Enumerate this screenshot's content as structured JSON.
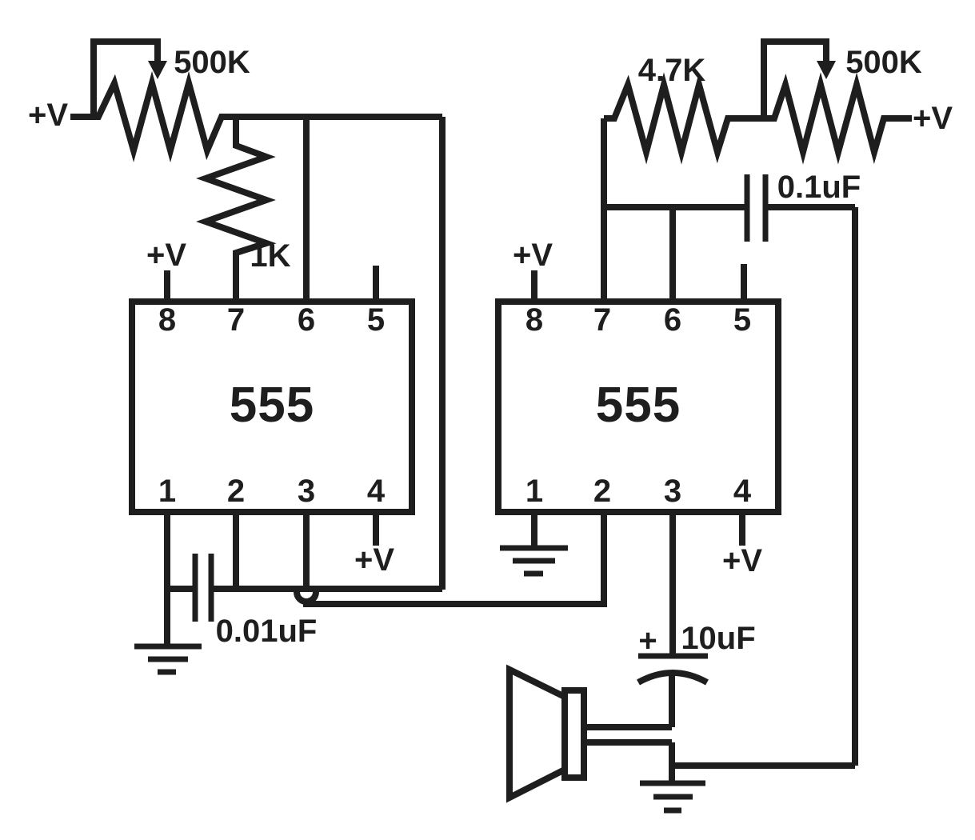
{
  "diagram": {
    "title": "Two 555 timer tone generator schematic",
    "background": "#ffffff",
    "ink": "#1e1e1e"
  },
  "labels": {
    "supply": "+V",
    "ic": "555",
    "pot_left": "500K",
    "pot_right": "500K",
    "r_shunt": "1K",
    "r_series": "4.7K",
    "cap_left": "0.01uF",
    "cap_right": "0.1uF",
    "cap_coupling": "10uF",
    "polarity_plus": "+"
  },
  "pins": [
    "1",
    "2",
    "3",
    "4",
    "5",
    "6",
    "7",
    "8"
  ]
}
